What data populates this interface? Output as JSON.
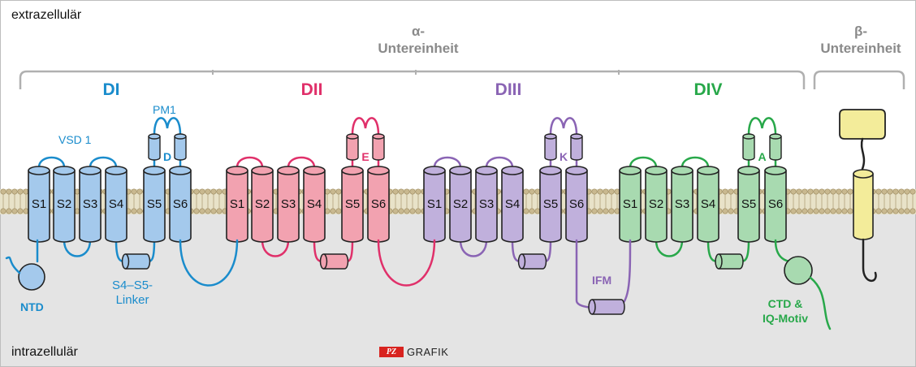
{
  "labels": {
    "extracellular": "extrazellulär",
    "intracellular": "intrazellulär",
    "alpha_unit_line1": "α-",
    "alpha_unit_line2": "Untereinheit",
    "beta_unit_line1": "β-",
    "beta_unit_line2": "Untereinheit",
    "ntd": "NTD",
    "vsd": "VSD 1",
    "pm": "PM1",
    "linker_line1": "S4–S5-",
    "linker_line2": "Linker",
    "ifm": "IFM",
    "ctd_line1": "CTD &",
    "ctd_line2": "IQ-Motiv"
  },
  "domains": [
    {
      "name": "DI",
      "color": "#1a8ccc",
      "fill": "#a4c9ec",
      "pore_letter": "D",
      "segments": [
        "S1",
        "S2",
        "S3",
        "S4",
        "S5",
        "S6"
      ]
    },
    {
      "name": "DII",
      "color": "#e0306a",
      "fill": "#f2a2b0",
      "pore_letter": "E",
      "segments": [
        "S1",
        "S2",
        "S3",
        "S4",
        "S5",
        "S6"
      ]
    },
    {
      "name": "DIII",
      "color": "#8a64b4",
      "fill": "#c0b0dc",
      "pore_letter": "K",
      "segments": [
        "S1",
        "S2",
        "S3",
        "S4",
        "S5",
        "S6"
      ]
    },
    {
      "name": "DIV",
      "color": "#28a84a",
      "fill": "#a8dab0",
      "pore_letter": "A",
      "segments": [
        "S1",
        "S2",
        "S3",
        "S4",
        "S5",
        "S6"
      ]
    }
  ],
  "beta": {
    "fill": "#f3ec9a"
  },
  "membrane": {
    "head_color": "#c9b990",
    "tail_color": "#e8e2c8"
  },
  "logo": {
    "mark": "PZ",
    "text": "GRAFIK"
  }
}
